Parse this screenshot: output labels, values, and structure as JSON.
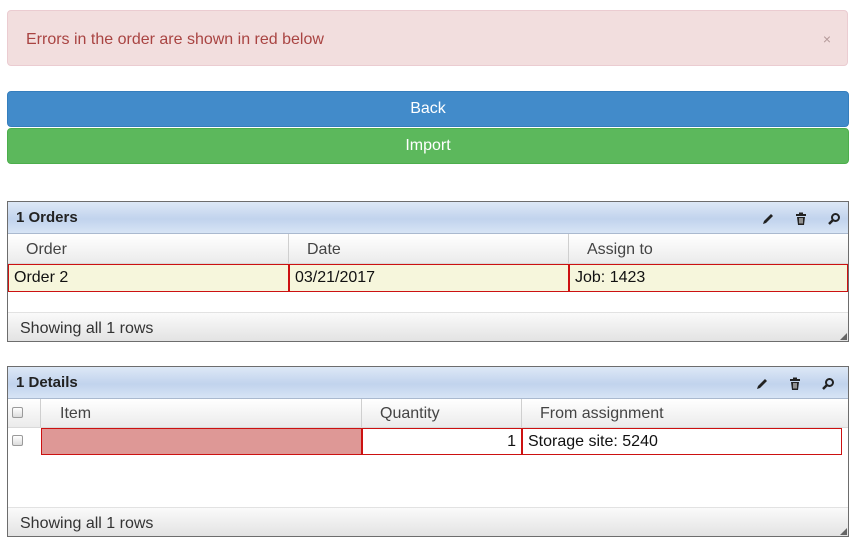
{
  "alert": {
    "message": "Errors in the order are shown in red below",
    "close": "×"
  },
  "buttons": {
    "back": "Back",
    "import": "Import"
  },
  "orders": {
    "title": "1 Orders",
    "columns": [
      "Order",
      "Date",
      "Assign to"
    ],
    "rows": [
      {
        "order": "Order 2",
        "date": "03/21/2017",
        "assign_to": "Job: 1423"
      }
    ],
    "footer": "Showing all 1 rows",
    "tools": [
      "pencil-icon",
      "trash-icon",
      "search-icon"
    ]
  },
  "details": {
    "title": "1 Details",
    "columns": [
      "Item",
      "Quantity",
      "From assignment"
    ],
    "rows": [
      {
        "item": "",
        "quantity": "1",
        "from_assignment": "Storage site: 5240"
      }
    ],
    "footer": "Showing all 1 rows",
    "tools": [
      "pencil-icon",
      "trash-icon",
      "search-icon"
    ]
  },
  "colors": {
    "alert_bg": "#f2dede",
    "alert_text": "#a94442",
    "back_button": "#428bca",
    "import_button": "#5cb85c",
    "error_border": "#cc1111",
    "error_cell": "#de9896",
    "row_highlight": "#f6f6dc"
  }
}
